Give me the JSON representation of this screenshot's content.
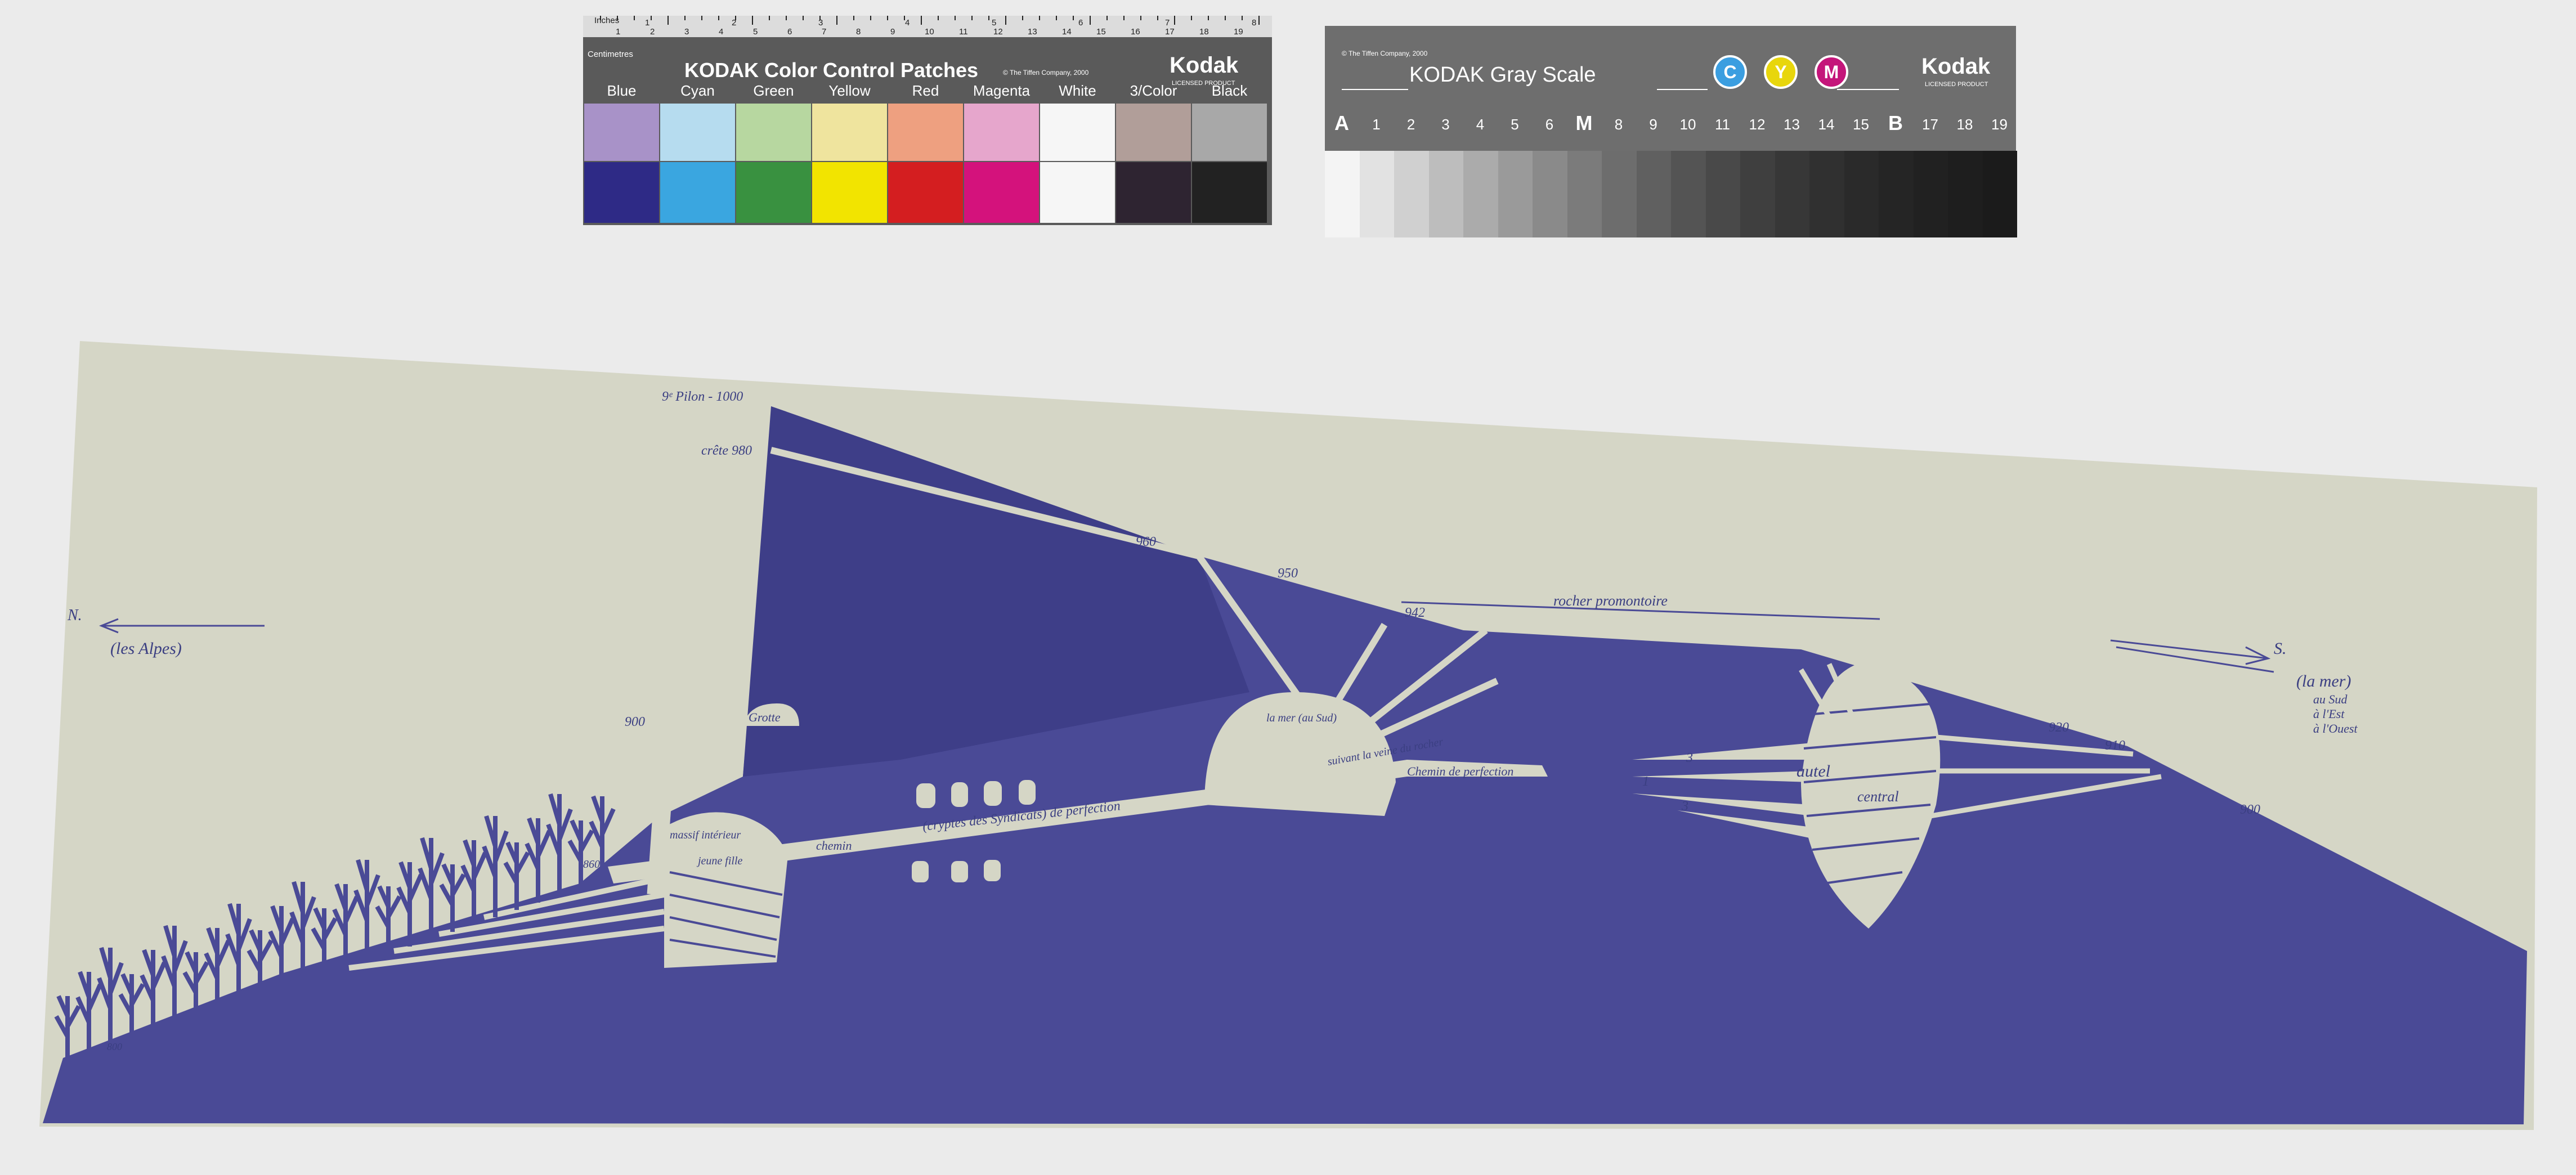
{
  "color_target": {
    "ruler_inches_label": "Inches",
    "ruler_cm_label": "Centimetres",
    "inch_marks": [
      "1",
      "2",
      "3",
      "4",
      "5",
      "6",
      "7",
      "8"
    ],
    "cm_marks": [
      "1",
      "2",
      "3",
      "4",
      "5",
      "6",
      "7",
      "8",
      "9",
      "10",
      "11",
      "12",
      "13",
      "14",
      "15",
      "16",
      "17",
      "18",
      "19"
    ],
    "title": "KODAK Color Control Patches",
    "copyright": "© The Tiffen Company, 2000",
    "brand": "Kodak",
    "brand_sub": "LICENSED PRODUCT",
    "patches": [
      {
        "name": "Blue",
        "light": "#a892c8",
        "dark": "#2e2a86"
      },
      {
        "name": "Cyan",
        "light": "#b6dcef",
        "dark": "#3aa6e0"
      },
      {
        "name": "Green",
        "light": "#b7d7a0",
        "dark": "#399140"
      },
      {
        "name": "Yellow",
        "light": "#efe49e",
        "dark": "#f2e400"
      },
      {
        "name": "Red",
        "light": "#eea080",
        "dark": "#d41e20"
      },
      {
        "name": "Magenta",
        "light": "#e6a6cc",
        "dark": "#d4127c"
      },
      {
        "name": "White",
        "light": "#f6f6f6",
        "dark": "#f6f6f6"
      },
      {
        "name": "3/Color",
        "light": "#b19e99",
        "dark": "#2e2431"
      },
      {
        "name": "Black",
        "light": "#a8a8a8",
        "dark": "#222222"
      }
    ]
  },
  "gray_scale": {
    "title": "KODAK Gray Scale",
    "copyright": "© The Tiffen Company, 2000",
    "brand": "Kodak",
    "brand_sub": "LICENSED PRODUCT",
    "cym": [
      {
        "letter": "C",
        "color": "#3b9ee0"
      },
      {
        "letter": "Y",
        "color": "#e8d60c"
      },
      {
        "letter": "M",
        "color": "#c4157a"
      }
    ],
    "steps": [
      "A",
      "1",
      "2",
      "3",
      "4",
      "5",
      "6",
      "M",
      "8",
      "9",
      "10",
      "11",
      "12",
      "13",
      "14",
      "15",
      "B",
      "17",
      "18",
      "19"
    ],
    "step_colors": [
      "#f4f4f4",
      "#e2e2e2",
      "#d0d0d0",
      "#bdbdbd",
      "#ababab",
      "#9a9a9a",
      "#8a8a8a",
      "#7b7b7b",
      "#6d6d6d",
      "#606060",
      "#545454",
      "#494949",
      "#3f3f3f",
      "#373737",
      "#303030",
      "#2a2a2a",
      "#252525",
      "#212121",
      "#1e1e1e",
      "#1b1b1b"
    ]
  },
  "drawing": {
    "paper_color": "#d5d6c6",
    "ink_color": "#4a4a96",
    "annotations": {
      "pylon": "9ᵉ Pilon - 1000",
      "crete": "crête 980",
      "north": "N.",
      "les_alpes": "(les Alpes)",
      "south": "S.",
      "la_mer": "(la mer)",
      "au_sud": "au Sud",
      "a_lest": "à l'Est",
      "a_louest": "à l'Ouest",
      "rocher": "rocher promontoire",
      "e960": "960",
      "e950": "950",
      "e942": "942",
      "e900a": "900",
      "e920": "920",
      "e910": "910",
      "e900b": "900",
      "e860": "860",
      "e800": "800",
      "grotte": "Grotte",
      "mer_sud": "la mer (au Sud)",
      "chemin_perfection": "Chemin de perfection",
      "cryptes": "(cryptes des Syndicats) de perfection",
      "chemin": "chemin",
      "massif": "massif intérieur",
      "jeune_fille": "jeune fille",
      "autel": "autel",
      "central": "central",
      "n3a": "3",
      "n3b": "3",
      "n1": "1",
      "suivant": "suivant la veine du rocher"
    }
  }
}
